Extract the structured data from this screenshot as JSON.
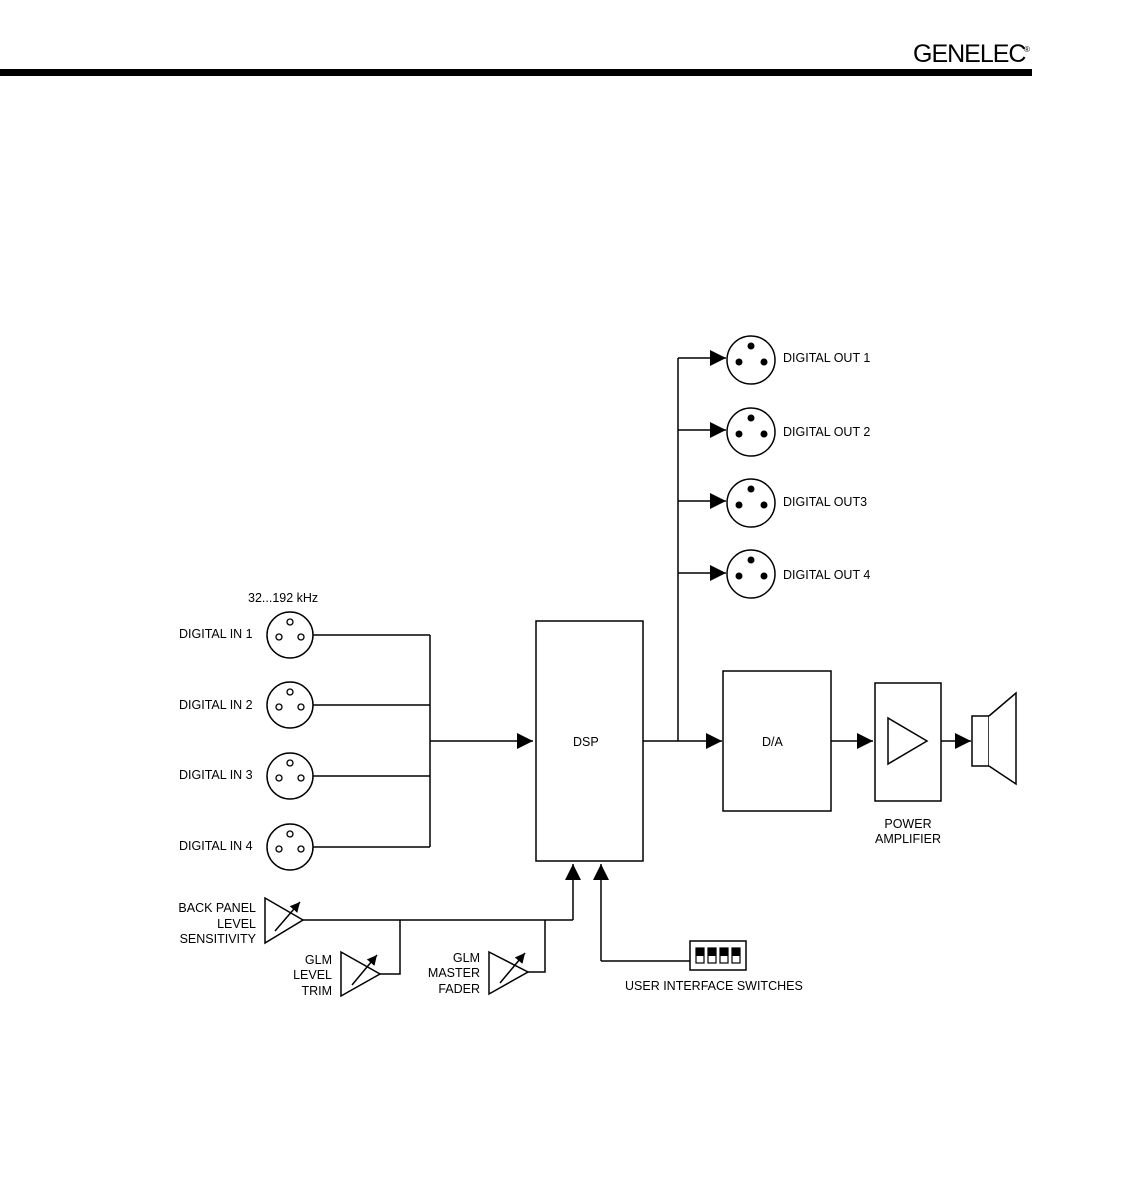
{
  "header": {
    "brand": "GENELEC",
    "registered": "®"
  },
  "inputs": {
    "sample_rate": "32...192 kHz",
    "items": [
      "DIGITAL IN 1",
      "DIGITAL IN 2",
      "DIGITAL IN 3",
      "DIGITAL IN 4"
    ]
  },
  "outputs": {
    "items": [
      "DIGITAL OUT 1",
      "DIGITAL OUT 2",
      "DIGITAL OUT3",
      "DIGITAL OUT 4"
    ]
  },
  "blocks": {
    "dsp": "DSP",
    "da": "D/A",
    "power_amp": [
      "POWER",
      "AMPLIFIER"
    ]
  },
  "controls": {
    "back_panel": [
      "BACK PANEL",
      "LEVEL",
      "SENSITIVITY"
    ],
    "glm_trim": [
      "GLM",
      "LEVEL",
      "TRIM"
    ],
    "glm_fader": [
      "GLM",
      "MASTER",
      "FADER"
    ],
    "switches": "USER INTERFACE SWITCHES"
  }
}
